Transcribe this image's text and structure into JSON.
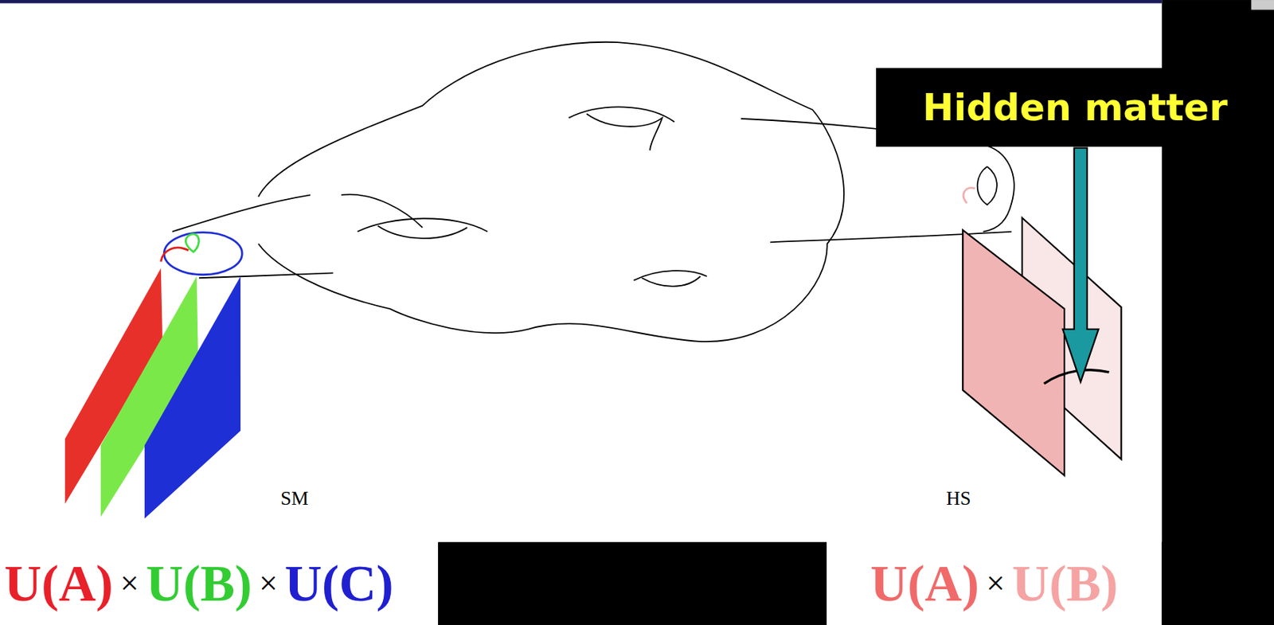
{
  "diagram": {
    "nodes": [
      {
        "text": [
          "Hidden matter"
        ]
      }
    ],
    "labels": [
      "SM",
      "HS",
      "U(A)",
      "×",
      "U(B)",
      "×",
      "U(C)",
      "U(A)",
      "×",
      "U(B)"
    ]
  }
}
